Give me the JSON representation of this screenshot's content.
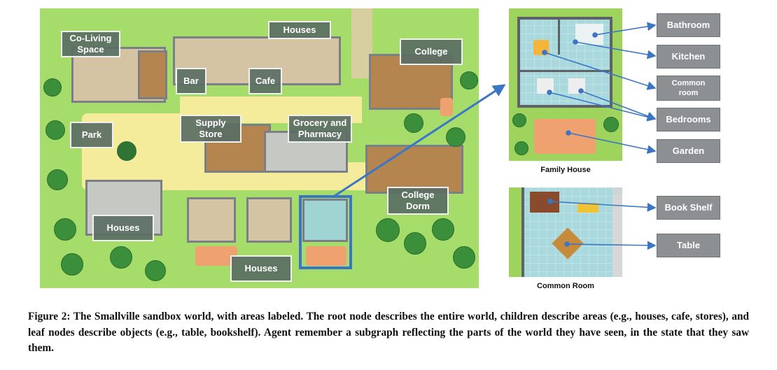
{
  "map": {
    "labels": {
      "coliving": "Co-Living\nSpace",
      "houses_top": "Houses",
      "bar": "Bar",
      "cafe": "Cafe",
      "college": "College",
      "park": "Park",
      "supply_store": "Supply\nStore",
      "grocery": "Grocery and\nPharmacy",
      "college_dorm": "College\nDorm",
      "houses_left": "Houses",
      "houses_bottom": "Houses"
    }
  },
  "family_house": {
    "caption": "Family House",
    "nodes": {
      "bathroom": "Bathroom",
      "kitchen": "Kitchen",
      "common_room": "Common\nroom",
      "bedrooms": "Bedrooms",
      "garden": "Garden"
    }
  },
  "common_room": {
    "caption": "Common Room",
    "nodes": {
      "book_shelf": "Book Shelf",
      "table": "Table"
    }
  },
  "figure_caption": "Figure 2: The Smallville sandbox world, with areas labeled. The root node describes the entire world, children describe areas (e.g., houses, cafe, stores), and leaf nodes describe objects (e.g., table, bookshelf). Agent remember a subgraph reflecting the parts of the world they have seen, in the state that they saw them.",
  "colors": {
    "accent_arrow": "#3b76c6",
    "label_bg": "#5a6e64",
    "node_bg": "#8d9093",
    "grass": "#a6dc6a"
  }
}
